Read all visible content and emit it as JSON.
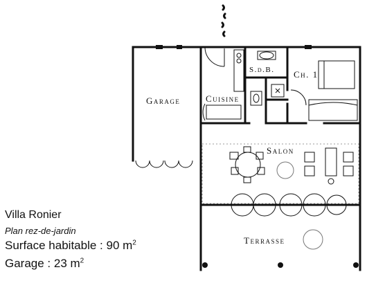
{
  "rooms": {
    "garage": "Garage",
    "cuisine": "Cuisine",
    "sdb": "S.d.B.",
    "ch1": "Ch. 1",
    "salon": "Salon",
    "terrasse": "Terrasse"
  },
  "caption": {
    "title": "Villa Ronier",
    "subtitle": "Plan rez-de-jardin",
    "surface_label": "Surface habitable : 90 m",
    "surface_sup": "2",
    "garage_label": "Garage : 23 m",
    "garage_sup": "2"
  }
}
